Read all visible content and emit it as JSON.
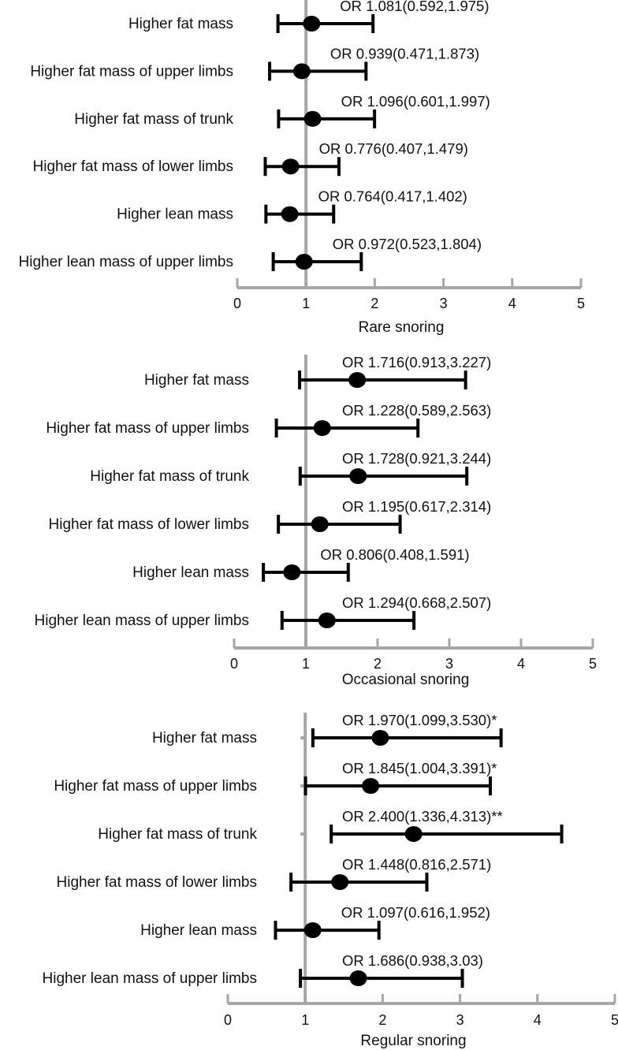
{
  "colors": {
    "axis": "#a6a6a6",
    "mark": "#000000",
    "text": "#111111"
  },
  "chart_data": [
    {
      "type": "forest",
      "xlabel": "Rare snoring",
      "xlim": [
        0,
        5
      ],
      "xticks": [
        "0",
        "1",
        "2",
        "3",
        "4",
        "5"
      ],
      "reference_line": 1,
      "rows": [
        {
          "label": "Higher fat mass",
          "or": 1.081,
          "lo": 0.592,
          "hi": 1.975,
          "text": "OR 1.081(0.592,1.975)"
        },
        {
          "label": "Higher fat mass of upper limbs",
          "or": 0.939,
          "lo": 0.471,
          "hi": 1.873,
          "text": "OR 0.939(0.471,1.873)"
        },
        {
          "label": "Higher fat mass of trunk",
          "or": 1.096,
          "lo": 0.601,
          "hi": 1.997,
          "text": "OR 1.096(0.601,1.997)"
        },
        {
          "label": "Higher fat mass of lower limbs",
          "or": 0.776,
          "lo": 0.407,
          "hi": 1.479,
          "text": "OR 0.776(0.407,1.479)"
        },
        {
          "label": "Higher lean mass",
          "or": 0.764,
          "lo": 0.417,
          "hi": 1.402,
          "text": "OR 0.764(0.417,1.402)"
        },
        {
          "label": "Higher lean mass of upper limbs",
          "or": 0.972,
          "lo": 0.523,
          "hi": 1.804,
          "text": "OR 0.972(0.523,1.804)"
        }
      ]
    },
    {
      "type": "forest",
      "xlabel": "Occasional snoring",
      "xlim": [
        0,
        5
      ],
      "xticks": [
        "0",
        "1",
        "2",
        "3",
        "4",
        "5"
      ],
      "reference_line": 1,
      "rows": [
        {
          "label": "Higher fat mass",
          "or": 1.716,
          "lo": 0.913,
          "hi": 3.227,
          "text": "OR 1.716(0.913,3.227)"
        },
        {
          "label": "Higher fat mass of upper limbs",
          "or": 1.228,
          "lo": 0.589,
          "hi": 2.563,
          "text": "OR 1.228(0.589,2.563)"
        },
        {
          "label": "Higher fat mass of trunk",
          "or": 1.728,
          "lo": 0.921,
          "hi": 3.244,
          "text": "OR 1.728(0.921,3.244)"
        },
        {
          "label": "Higher fat mass of lower limbs",
          "or": 1.195,
          "lo": 0.617,
          "hi": 2.314,
          "text": "OR 1.195(0.617,2.314)"
        },
        {
          "label": "Higher lean mass",
          "or": 0.806,
          "lo": 0.408,
          "hi": 1.591,
          "text": "OR 0.806(0.408,1.591)"
        },
        {
          "label": "Higher lean mass of upper limbs",
          "or": 1.294,
          "lo": 0.668,
          "hi": 2.507,
          "text": "OR 1.294(0.668,2.507)"
        }
      ]
    },
    {
      "type": "forest",
      "xlabel": "Regular snoring",
      "xlim": [
        0,
        5
      ],
      "xticks": [
        "0",
        "1",
        "2",
        "3",
        "4",
        "5"
      ],
      "reference_line": 1,
      "rows": [
        {
          "label": "Higher fat mass",
          "or": 1.97,
          "lo": 1.099,
          "hi": 3.53,
          "text": "OR 1.970(1.099,3.530)*"
        },
        {
          "label": "Higher fat mass of upper limbs",
          "or": 1.845,
          "lo": 1.004,
          "hi": 3.391,
          "text": "OR 1.845(1.004,3.391)*"
        },
        {
          "label": "Higher fat mass of trunk",
          "or": 2.4,
          "lo": 1.336,
          "hi": 4.313,
          "text": "OR 2.400(1.336,4.313)**"
        },
        {
          "label": "Higher fat mass of lower limbs",
          "or": 1.448,
          "lo": 0.816,
          "hi": 2.571,
          "text": "OR 1.448(0.816,2.571)"
        },
        {
          "label": "Higher lean mass",
          "or": 1.097,
          "lo": 0.616,
          "hi": 1.952,
          "text": "OR 1.097(0.616,1.952)"
        },
        {
          "label": "Higher lean mass of upper limbs",
          "or": 1.686,
          "lo": 0.938,
          "hi": 3.03,
          "text": "OR 1.686(0.938,3.03)"
        }
      ]
    }
  ]
}
